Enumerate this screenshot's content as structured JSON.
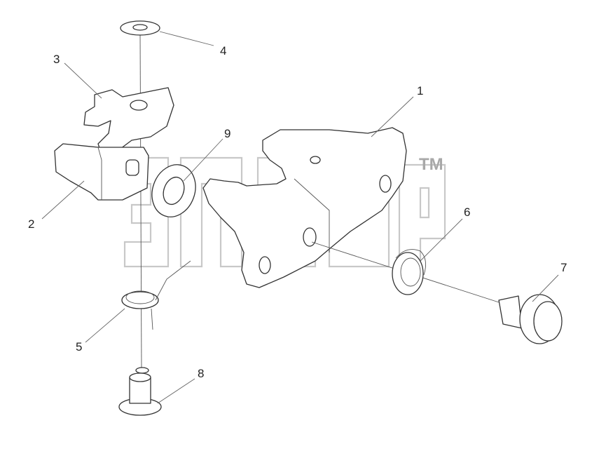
{
  "watermark": {
    "trademark": "TM"
  },
  "labels": {
    "p1": "1",
    "p2": "2",
    "p3": "3",
    "p4": "4",
    "p5": "5",
    "p6": "6",
    "p7": "7",
    "p8": "8",
    "p9": "9"
  }
}
